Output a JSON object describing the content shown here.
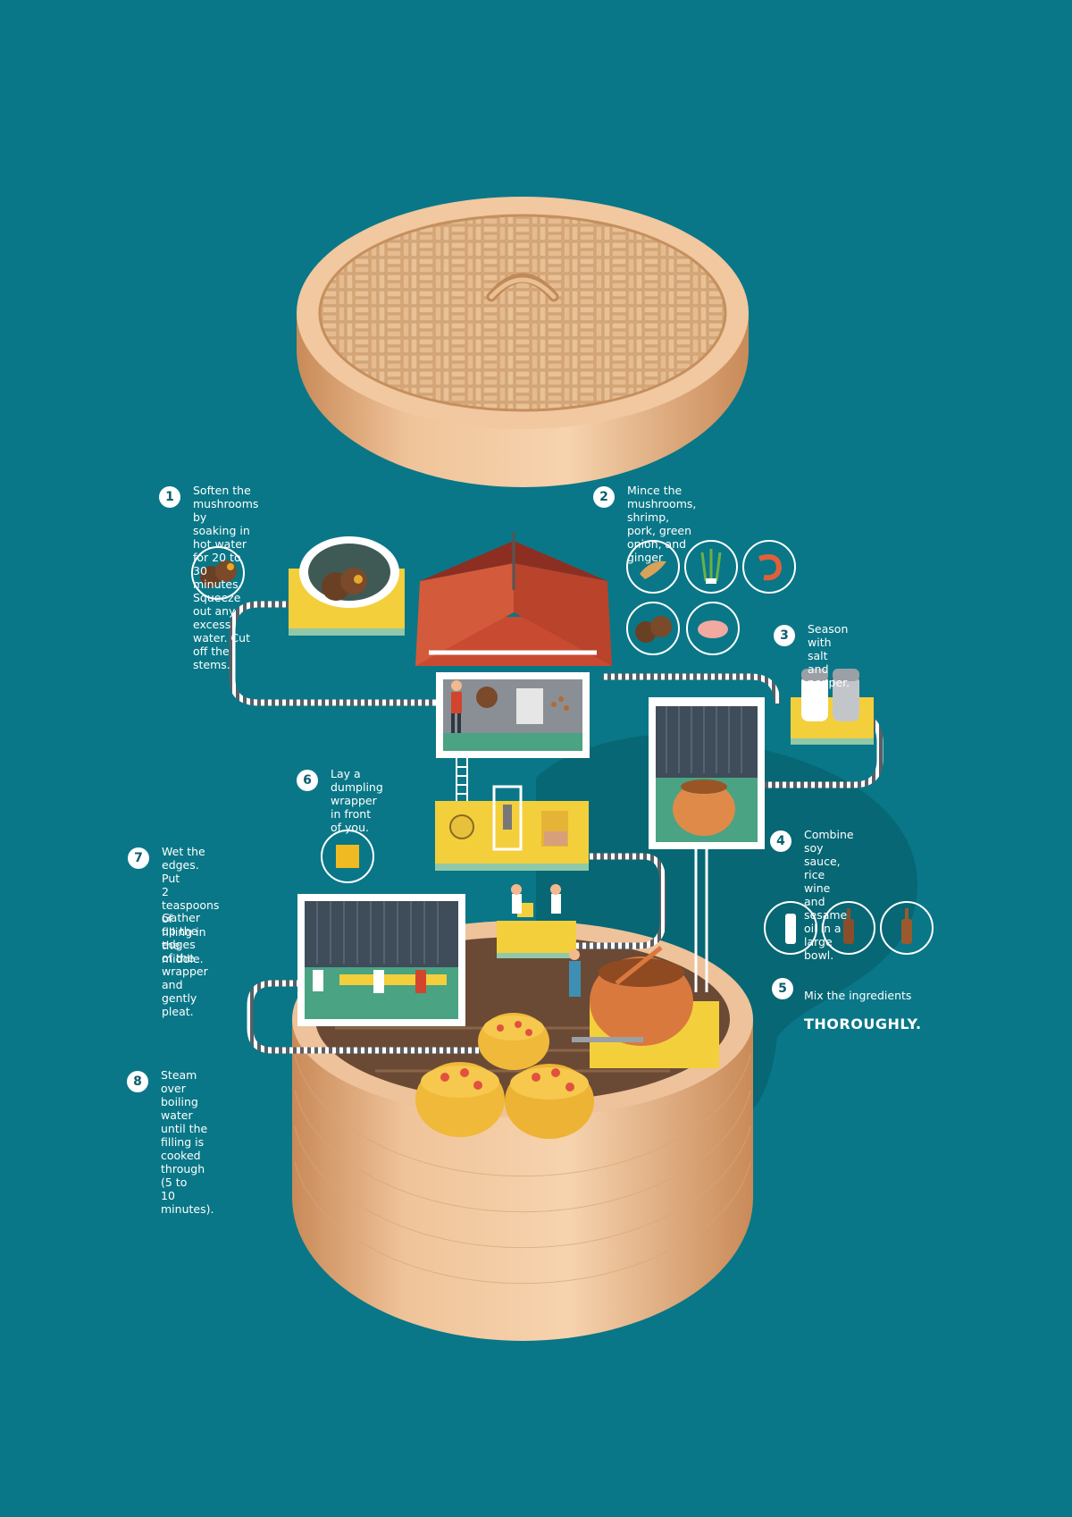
{
  "colors": {
    "background": "#097787",
    "bamboo_light": "#f2c9a1",
    "bamboo_dark": "#d99e6d",
    "yellow_platform": "#f3cf3c",
    "roof_red": "#c84b31",
    "roof_slate": "#3f4c5a",
    "icon_ring": "#ffffff"
  },
  "icons": {
    "step1": [
      "mushroom-icon"
    ],
    "step2": [
      "ginger-icon",
      "green-onion-icon",
      "shrimp-icon",
      "mushroom-icon",
      "pig-icon"
    ],
    "step4": [
      "soy-sauce-bottle-icon",
      "rice-wine-bottle-icon",
      "sesame-oil-bottle-icon"
    ],
    "step6": [
      "wrapper-icon"
    ]
  },
  "steps": [
    {
      "number": "1",
      "text": "Soften the mushrooms by\nsoaking in hot water for 20 to 30\nminutes. Squeeze out any excess\nwater. Cut off the stems."
    },
    {
      "number": "2",
      "text": "Mince the mushrooms,\nshrimp, pork, green\nonion, and ginger"
    },
    {
      "number": "3",
      "text": "Season with salt\nand pepper."
    },
    {
      "number": "4",
      "text": "Combine soy sauce,\nrice wine and\nsesame oil in a large\nbowl."
    },
    {
      "number": "5",
      "text": "Mix the ingredients",
      "emphasis": "THOROUGHLY."
    },
    {
      "number": "6",
      "text": "Lay a dumpling\nwrapper in front\nof you."
    },
    {
      "number": "7",
      "text": "Wet the edges. Put\n2 teaspoons of\nfilling in the middle.",
      "text2": "Gather up the edges\nof the wrapper and\ngently pleat."
    },
    {
      "number": "8",
      "text": "Steam over boiling\nwater until the filling is\ncooked through (5 to\n10 minutes)."
    }
  ]
}
